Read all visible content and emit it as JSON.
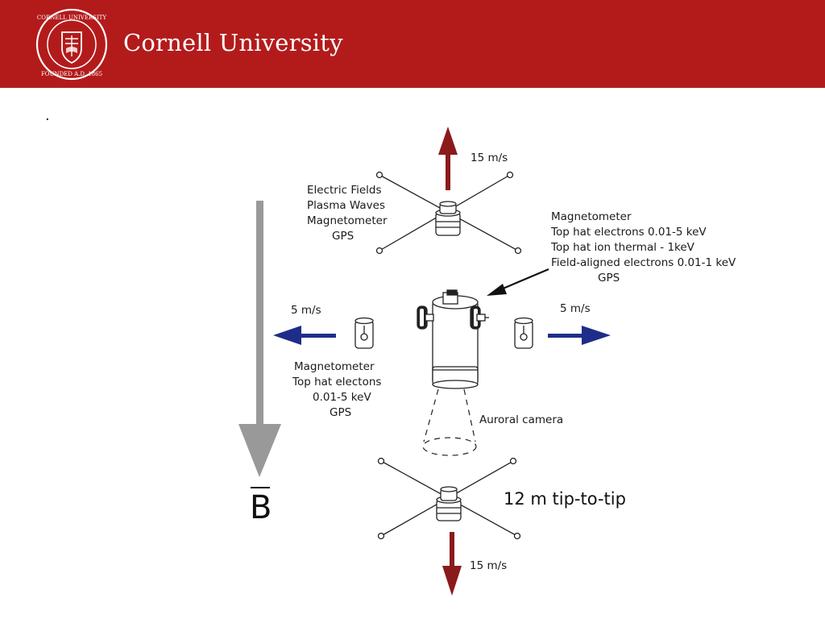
{
  "header": {
    "brand_text": "Cornell University",
    "seal_text": "CORNELL UNIVERSITY FOUNDED A.D. 1865",
    "brand_color": "#b31b1b"
  },
  "slide": {
    "bullet": "."
  },
  "diagram": {
    "top_velocity": "15 m/s",
    "top_labels": [
      "Electric Fields",
      "Plasma Waves",
      "Magnetometer",
      "GPS"
    ],
    "right_labels": [
      "Magnetometer",
      "Top hat electrons 0.01-5 keV",
      "Top hat ion thermal - 1keV",
      "Field-aligned electrons 0.01-1 keV",
      "GPS"
    ],
    "left_velocity": "5 m/s",
    "right_velocity": "5 m/s",
    "left_labels": [
      "Magnetometer",
      "Top hat electons",
      "0.01-5 keV",
      "GPS"
    ],
    "camera_label": "Auroral camera",
    "tip_label": "12 m tip-to-tip",
    "bottom_velocity": "15 m/s",
    "field_symbol": "B",
    "colors": {
      "red_arrow": "#8b1a1a",
      "blue_arrow": "#1f2d8a",
      "field_arrow": "#999999"
    }
  }
}
